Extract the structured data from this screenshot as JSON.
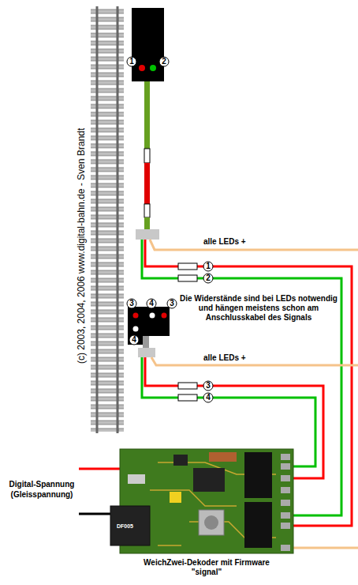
{
  "diagram": {
    "nodes": [
      {
        "text": [
          "WeichZwei-Dekoder mit Firmware \"signal\""
        ]
      }
    ],
    "labels": [
      "(c) 2003, 2004, 2006 www.digital-bahn.de - Sven Brandt",
      "1",
      "2",
      "alle LEDs +",
      "1",
      "2",
      "Die Widerstände sind bei LEDs notwendig und hängen meistens schon am Anschlusskabel des Signals",
      "3",
      "4",
      "3",
      "4",
      "alle LEDs +",
      "3",
      "4",
      "Digital-Spannung (Gleisspannung)",
      "DF005"
    ]
  }
}
